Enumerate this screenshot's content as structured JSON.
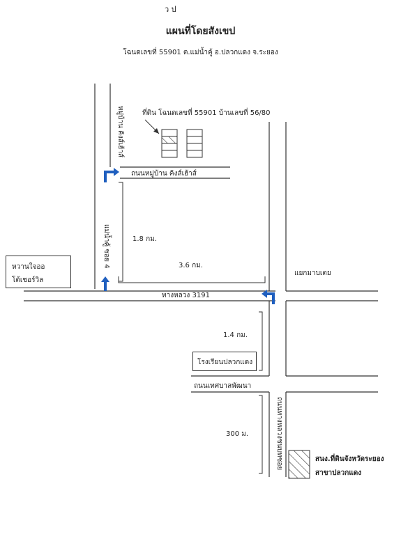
{
  "map": {
    "title": "แผนที่โดยสังเขป",
    "subtitle": "โฉนดเลขที่ 55901 ต.แม่น้ำคู้ อ.ปลวกแดง จ.ระยอง",
    "top_mark": "ว ป",
    "roads": {
      "highway": "ทางหลวง 3191",
      "village_road": "ถนนหมู่บ้าน คิงส์เฮ้าส์",
      "soi4": "แม่น้ำคู้ ซอย 4",
      "village_vertical": "หมู่บ้าน คิงส์เฮ้าส์",
      "municipal_road": "ถนนเทศบาลพัฒนา",
      "lower_vertical": "ถนนทางหลวงชนบทซอย"
    },
    "places": {
      "land_label": "ที่ดิน โฉนดเลขที่ 55901 บ้านเลขที่ 56/80",
      "left_landmark_line1": "หวานใจออ",
      "left_landmark_line2": "โต้เชอร์วิล",
      "junction": "แยกมาบเตย",
      "school": "โรงเรียนปลวกแดง",
      "office_line1": "สนง.ที่ดินจังหวัดระยอง",
      "office_line2": "สาขาปลวกแดง"
    },
    "distances": {
      "d1": "1.8 กม.",
      "d2": "3.6 กม.",
      "d3": "1.4 กม.",
      "d4": "300 ม."
    },
    "colors": {
      "road_line": "#333333",
      "arrow": "#1f5fbf",
      "text": "#222222"
    }
  }
}
